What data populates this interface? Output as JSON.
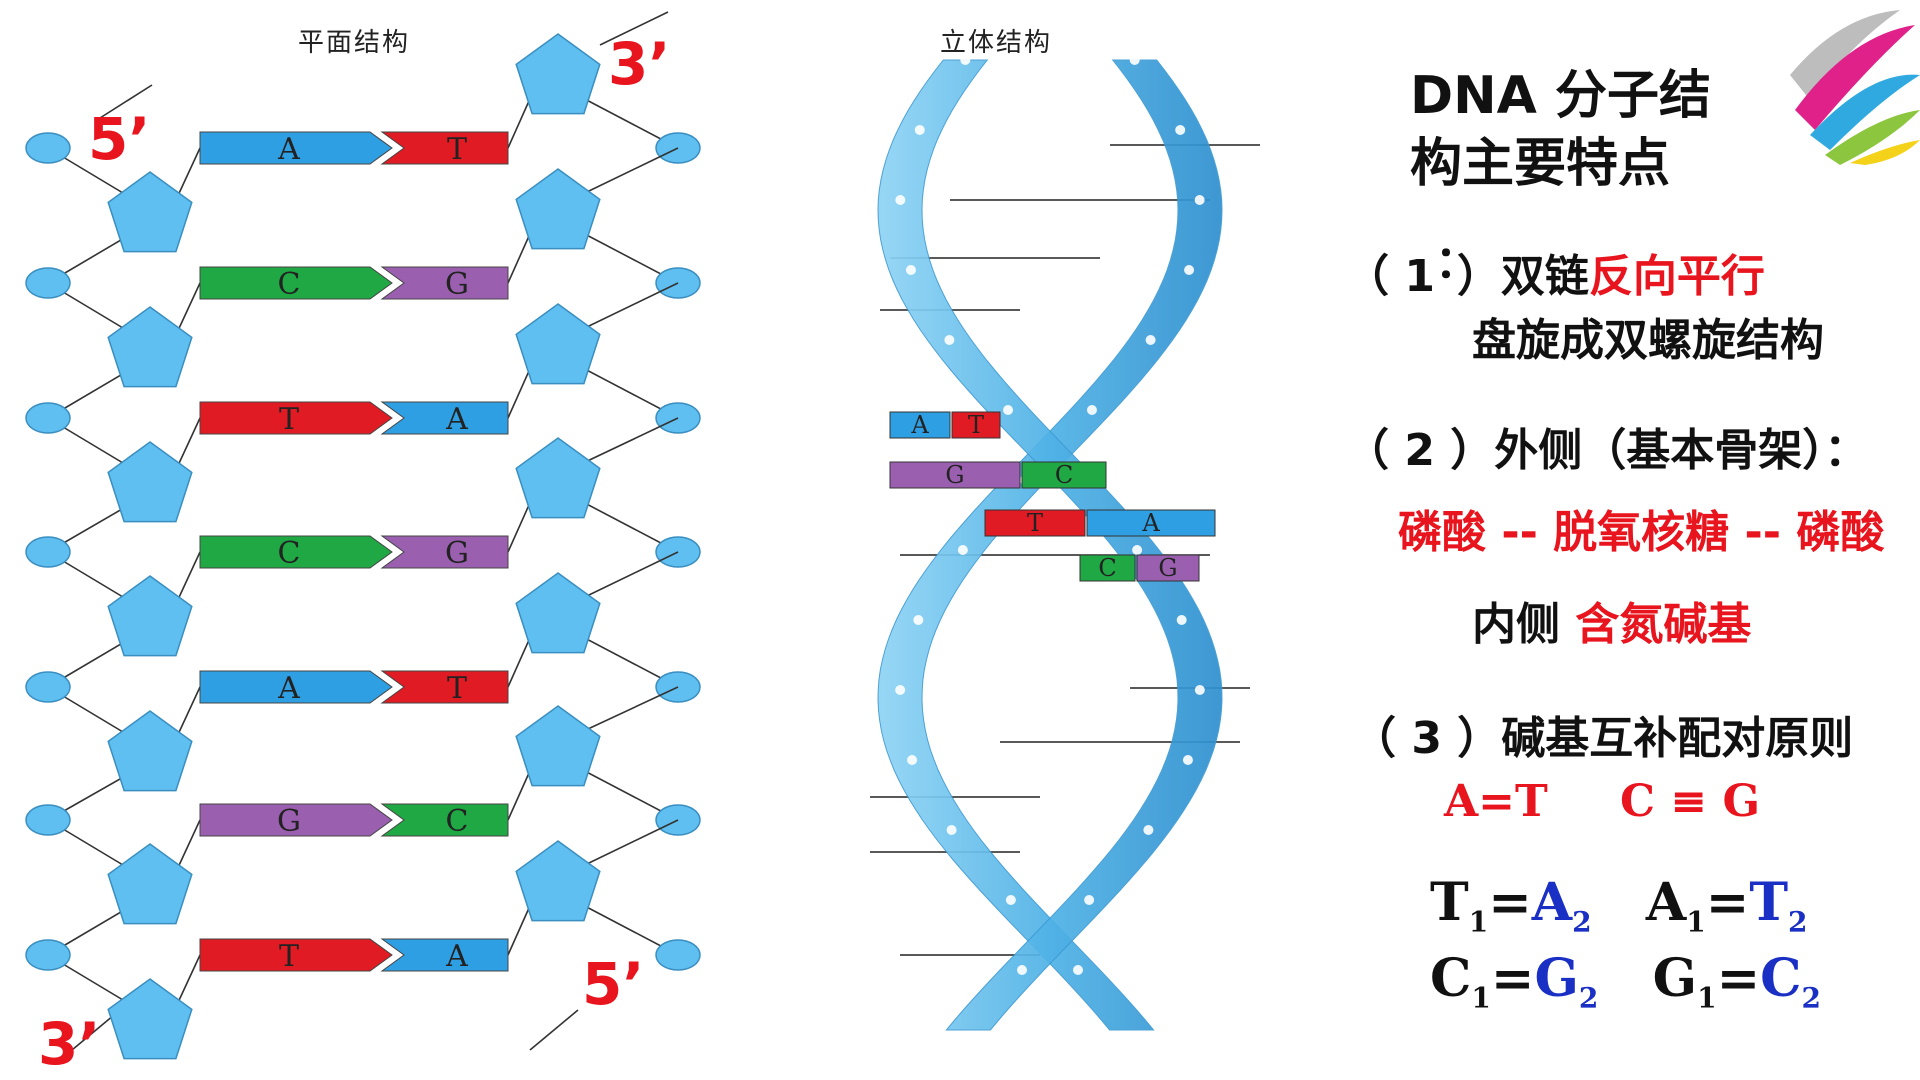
{
  "planar": {
    "caption": "平面结构",
    "labels": {
      "top_left": "5’",
      "top_right": "3’",
      "bottom_left": "3’",
      "bottom_right": "5’"
    },
    "pairs": [
      {
        "left": "A",
        "right": "T"
      },
      {
        "left": "C",
        "right": "G"
      },
      {
        "left": "T",
        "right": "A"
      },
      {
        "left": "C",
        "right": "G"
      },
      {
        "left": "A",
        "right": "T"
      },
      {
        "left": "G",
        "right": "C"
      },
      {
        "left": "T",
        "right": "A"
      }
    ]
  },
  "helix": {
    "caption": "立体结构",
    "pairs": [
      {
        "left": "A",
        "right": "T"
      },
      {
        "left": "G",
        "right": "C"
      },
      {
        "left": "T",
        "right": "A"
      },
      {
        "left": "C",
        "right": "G"
      }
    ]
  },
  "colors": {
    "A": "#2f9fe3",
    "T": "#e11b24",
    "C": "#1fa843",
    "G": "#9b5fb0",
    "backbone": "#5fbff0",
    "red_text": "#e8141e",
    "blue_text": "#1a2fc4"
  },
  "features": {
    "title_line1": "DNA 分子结",
    "title_line2": "构主要特点",
    "p1_prefix": "（ 1",
    "p1_colon": "：",
    "p1_close": "）双链",
    "p1_red": "反向平行",
    "p1_line2": "盘旋成双螺旋结构",
    "p2_prefix": "（ 2 ）外侧（基本骨架）：",
    "p2_red": "磷酸 -- 脱氧核糖 -- 磷酸",
    "inner_label": "内侧",
    "inner_red": "含氮碱基",
    "p3": "（ 3 ）碱基互补配对原则",
    "rule_at": "A=T",
    "rule_cg": "C ≡ G",
    "eq": {
      "t1": "T",
      "t1s": "1",
      "eq_a": "=",
      "a2": "A",
      "a2s": "2",
      "a1": "A",
      "a1s": "1",
      "eq_b": "=",
      "t2": "T",
      "t2s": "2",
      "c1": "C",
      "c1s": "1",
      "eq_c": "=",
      "g2": "G",
      "g2s": "2",
      "g1": "G",
      "g1s": "1",
      "eq_d": "=",
      "c2": "C",
      "c2s": "2"
    }
  },
  "logo": {
    "icon": "color-brush-logo"
  }
}
